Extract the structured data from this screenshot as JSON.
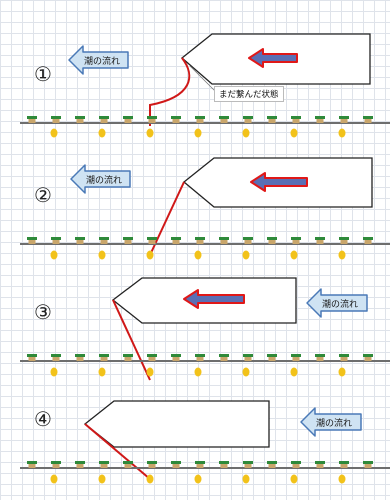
{
  "colors": {
    "arrow_fill": "#5a6fb4",
    "arrow_outline": "#e01818",
    "tide_arrow_fill": "#cfe3f3",
    "tide_arrow_stroke": "#4a79b7",
    "rope": "#d01818",
    "net_line": "#6e6e6e",
    "float_top": "#2f8a3a",
    "float_body": "#c9a66b",
    "buoy": "#f2c21a",
    "boat_stroke": "#222222"
  },
  "icons": {
    "direction": "left-arrow-icon",
    "tide": "tide-arrow-icon",
    "buoy": "buoy-icon",
    "float": "float-icon"
  },
  "steps": [
    {
      "number": "①",
      "tide_label": "潮の流れ",
      "callout": "まだ繋んだ状態"
    },
    {
      "number": "②",
      "tide_label": "潮の流れ"
    },
    {
      "number": "③",
      "tide_label": "潮の流れ"
    },
    {
      "number": "④",
      "tide_label": "潮の流れ"
    }
  ]
}
